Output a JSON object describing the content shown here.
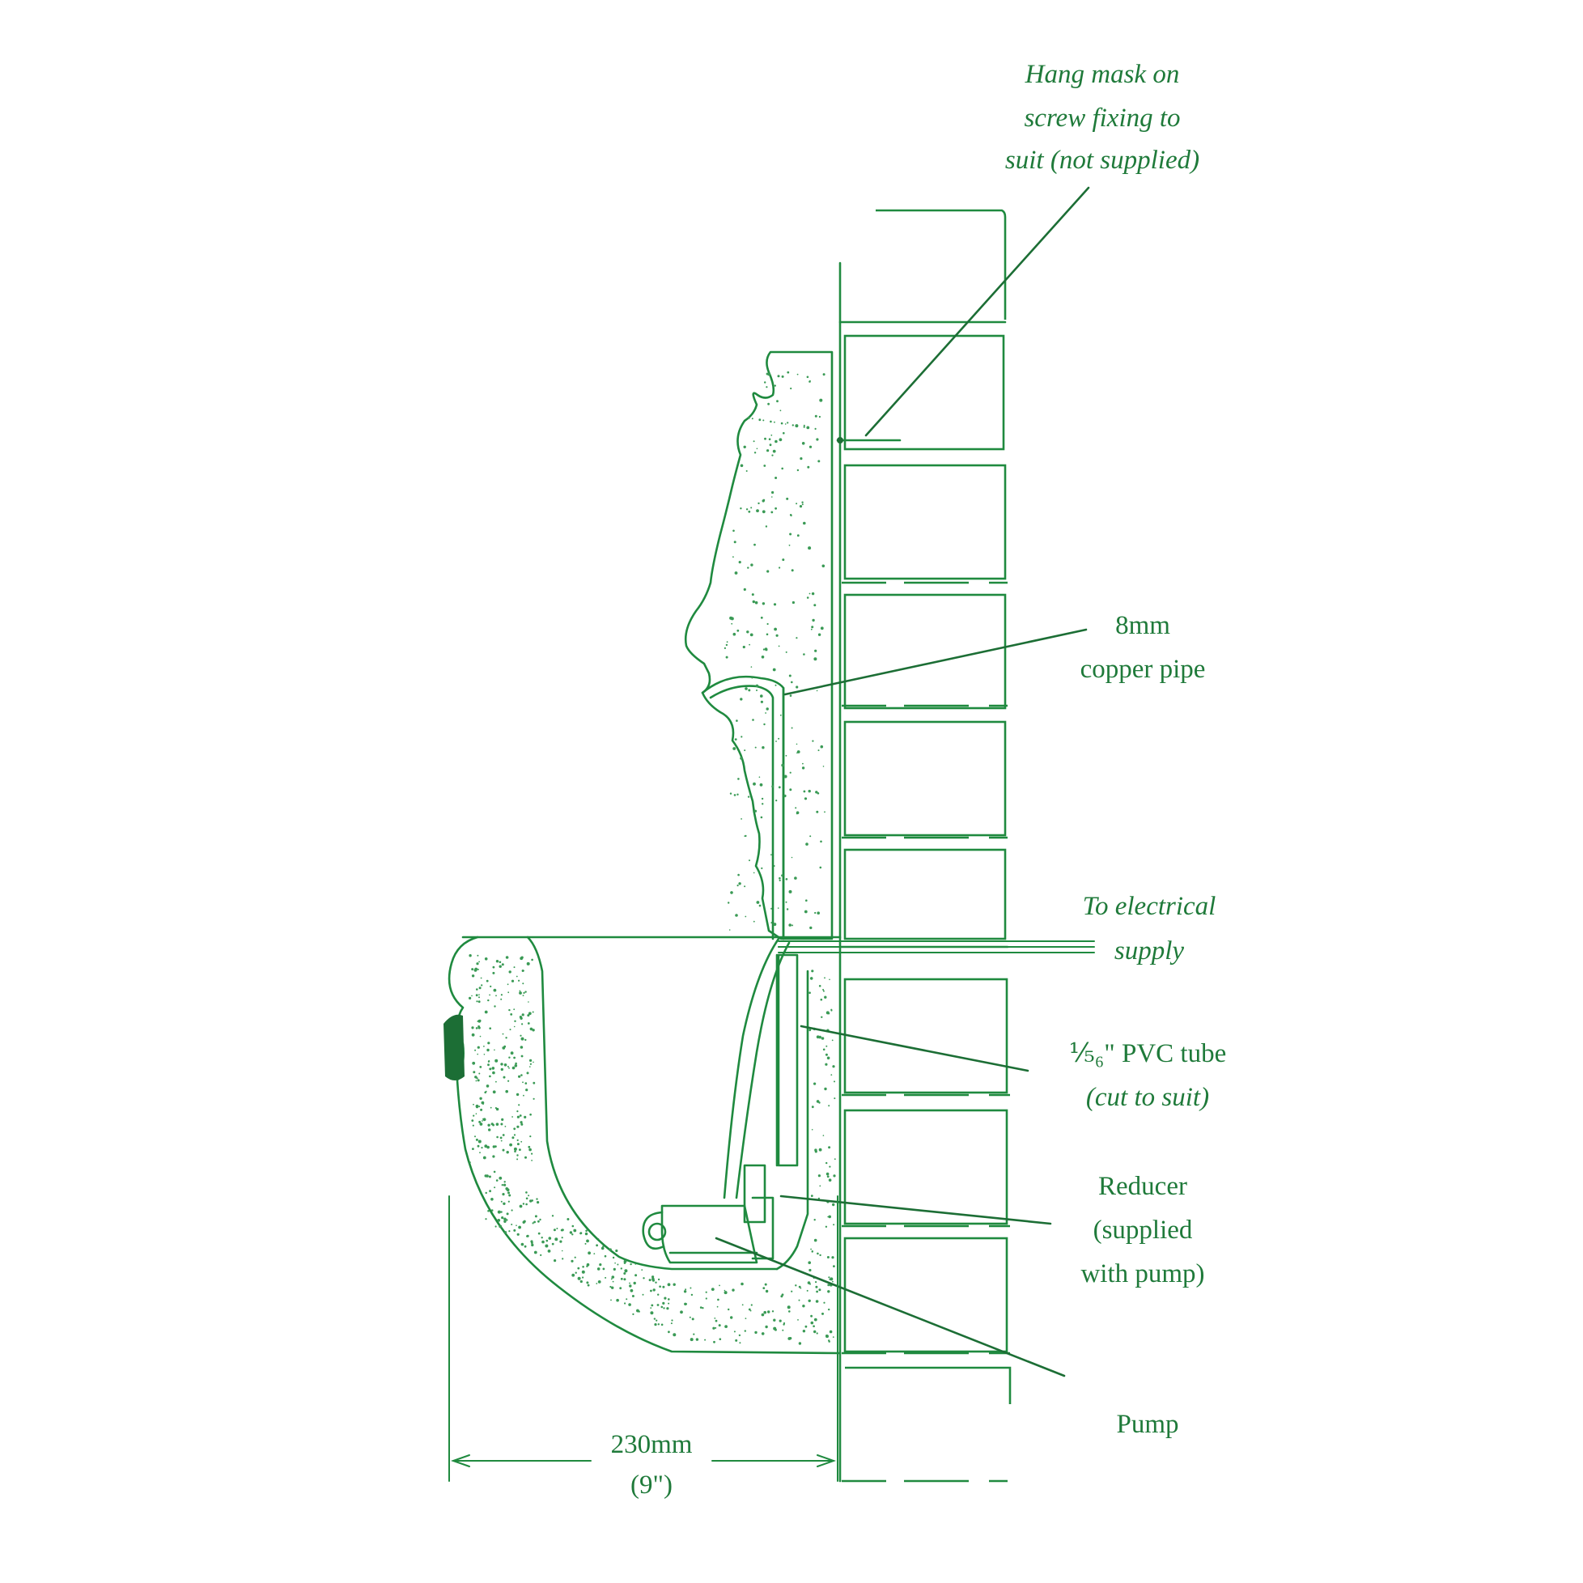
{
  "colors": {
    "ink": "#1f8a3f",
    "text": "#1f7a3a",
    "background": "#ffffff"
  },
  "labels": {
    "screw": [
      "Hang mask on",
      "screw fixing to",
      "suit (not supplied)"
    ],
    "copper": [
      "8mm",
      "copper pipe"
    ],
    "electric": [
      "To electrical",
      "supply"
    ],
    "pvc": [
      "⅕₆\" PVC tube",
      "(cut to suit)"
    ],
    "reducer": [
      "Reducer",
      "(supplied",
      "with pump)"
    ],
    "pump": "Pump"
  },
  "dimension": {
    "metric": "230mm",
    "imperial": "(9\")"
  }
}
